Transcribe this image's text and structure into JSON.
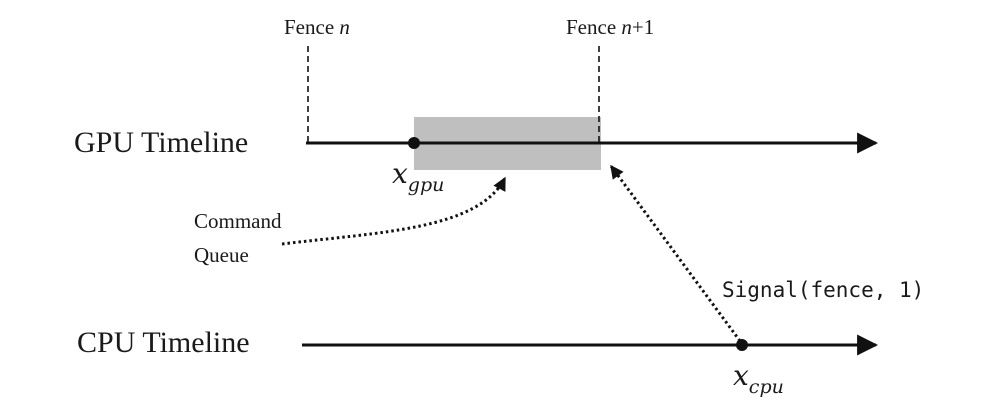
{
  "gpu_timeline": {
    "label": "GPU Timeline",
    "point_symbol": "x",
    "point_subscript": "gpu"
  },
  "cpu_timeline": {
    "label": "CPU Timeline",
    "point_symbol": "x",
    "point_subscript": "cpu"
  },
  "fences": [
    {
      "prefix": "Fence ",
      "var": "n",
      "suffix": ""
    },
    {
      "prefix": "Fence ",
      "var": "n",
      "suffix": "+1"
    }
  ],
  "command_queue": {
    "line1": "Command",
    "line2": "Queue"
  },
  "signal_call": "Signal(fence, 1)",
  "colors": {
    "line": "#111111",
    "queue_box": "#bfbfbf"
  }
}
